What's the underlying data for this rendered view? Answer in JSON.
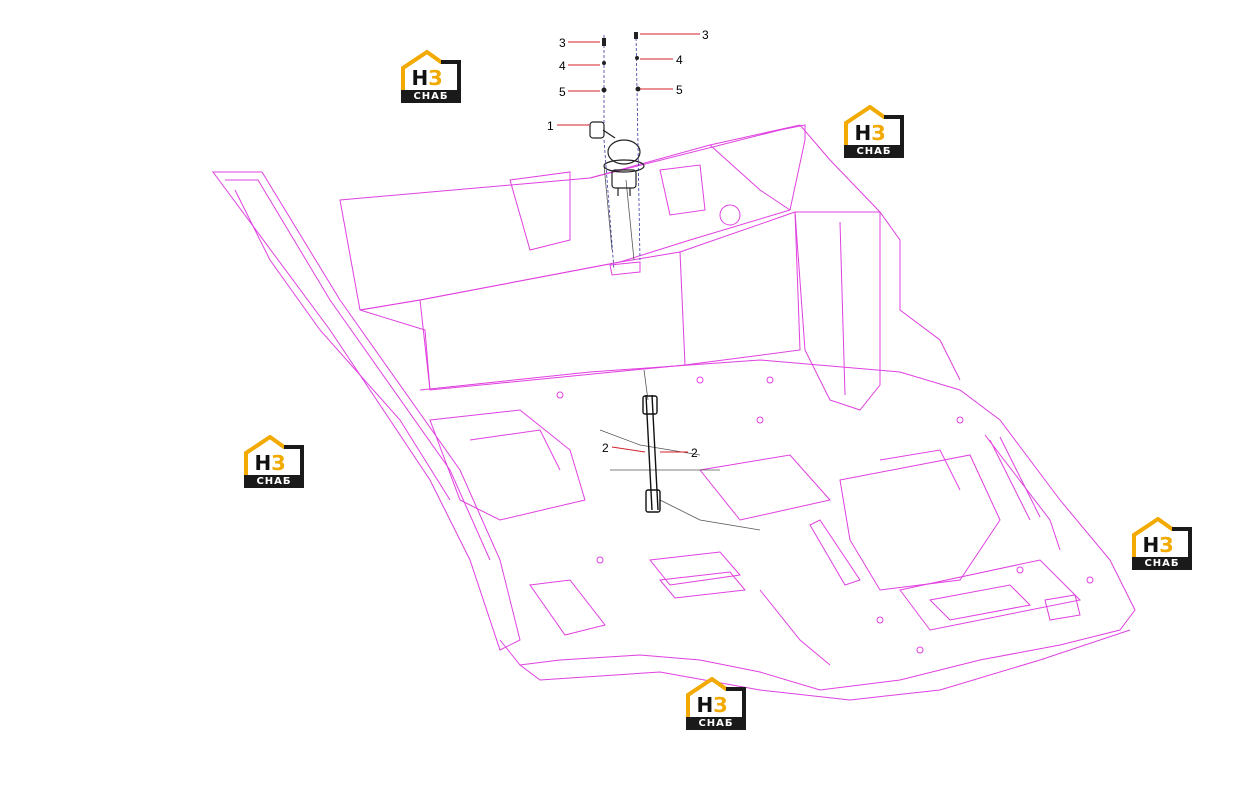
{
  "diagram": {
    "line_color": "#e040e0",
    "accent_red": "#d0202a",
    "leader_color": "#3a3aa0",
    "callouts": [
      {
        "id": "c1",
        "label": "1"
      },
      {
        "id": "c2a",
        "label": "2"
      },
      {
        "id": "c2b",
        "label": "2"
      },
      {
        "id": "c3a",
        "label": "3"
      },
      {
        "id": "c3b",
        "label": "3"
      },
      {
        "id": "c4a",
        "label": "4"
      },
      {
        "id": "c4b",
        "label": "4"
      },
      {
        "id": "c5a",
        "label": "5"
      },
      {
        "id": "c5b",
        "label": "5"
      }
    ]
  },
  "watermark": {
    "mark_left": "Н",
    "mark_right": "З",
    "caption": "СНАБ",
    "color_yellow": "#f2a900",
    "color_dark": "#1a1a1a"
  }
}
